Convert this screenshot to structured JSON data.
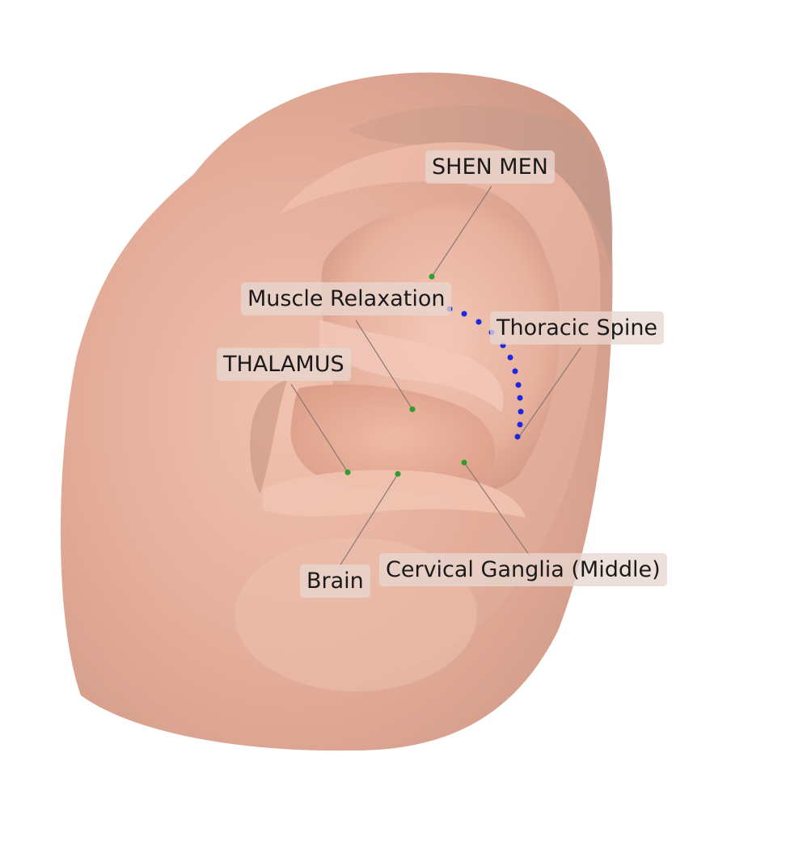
{
  "labels": {
    "shen_men": "SHEN MEN",
    "muscle_relaxation": "Muscle Relaxation",
    "thoracic_spine": "Thoracic Spine",
    "thalamus": "THALAMUS",
    "brain": "Brain",
    "cervical_ganglia_middle": "Cervical Ganglia (Middle)"
  },
  "colors": {
    "point_marker": "#2e9e2a",
    "spine_marker": "#1a28e0",
    "leader_line": "#8a7a74",
    "skin_base": "#e2ac98",
    "label_background": "#e8d6ce"
  }
}
